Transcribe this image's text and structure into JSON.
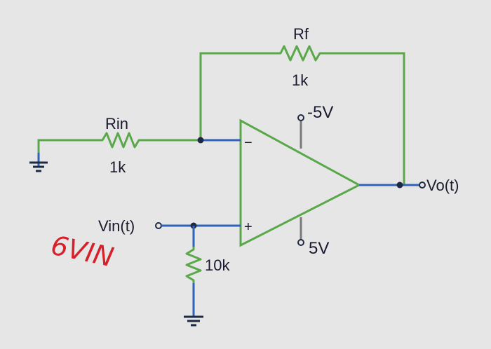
{
  "labels": {
    "rf_name": "Rf",
    "rf_value": "1k",
    "rin_name": "Rin",
    "rin_value": "1k",
    "r_bottom_value": "10k",
    "neg_supply": "-5V",
    "pos_supply": "5V",
    "vin": "Vin(t)",
    "vout": "Vo(t)",
    "minus_sign": "−",
    "plus_sign": "+",
    "handwritten_note": "6VIN"
  },
  "colors": {
    "background": "#e9e9e9",
    "wire_green": "#5aa84a",
    "wire_blue": "#2f63b8",
    "ink": "#1e2a44",
    "note_red": "#d8202a"
  }
}
